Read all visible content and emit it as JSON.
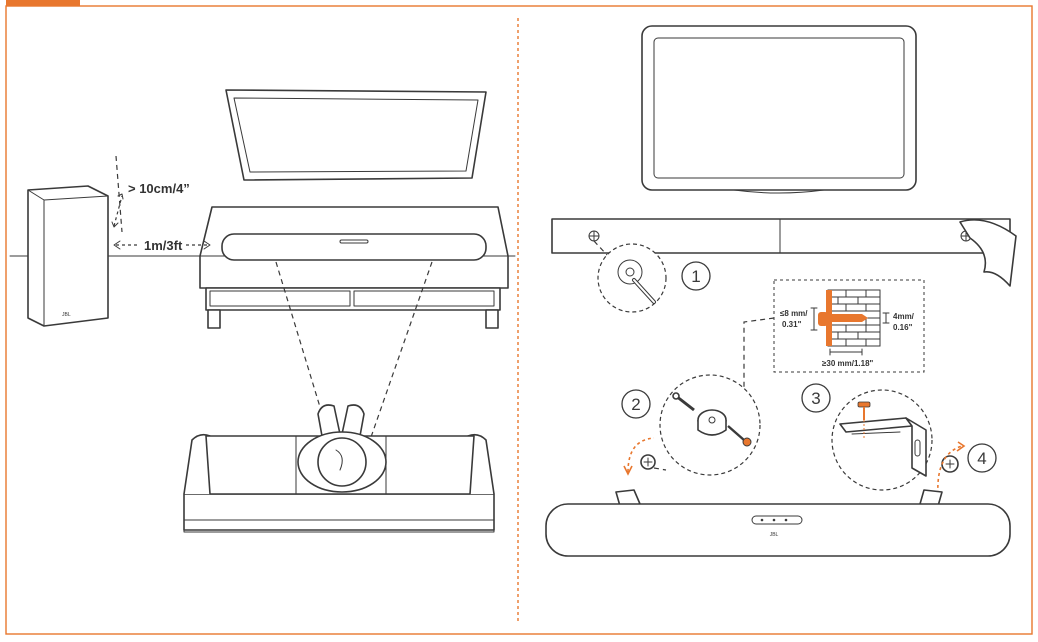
{
  "labels": {
    "distance_up": "> 10cm/4”",
    "distance_side": "1m/3ft",
    "gap": "≤8 mm/",
    "gap_in": "0.31\"",
    "diameter": "4mm/",
    "diameter_in": "0.16\"",
    "depth": "≥30 mm/1.18\""
  },
  "steps": [
    "1",
    "2",
    "3",
    "4"
  ],
  "colors": {
    "accent": "#e8772e",
    "line": "#3a3a3a",
    "wall_brick": "#ffffff"
  },
  "icons": {
    "subwoofer": "subwoofer-icon",
    "soundbar": "soundbar-icon",
    "tv": "tv-icon",
    "sofa": "sofa-icon",
    "screw": "screw-icon",
    "bracket": "wall-bracket-icon"
  }
}
